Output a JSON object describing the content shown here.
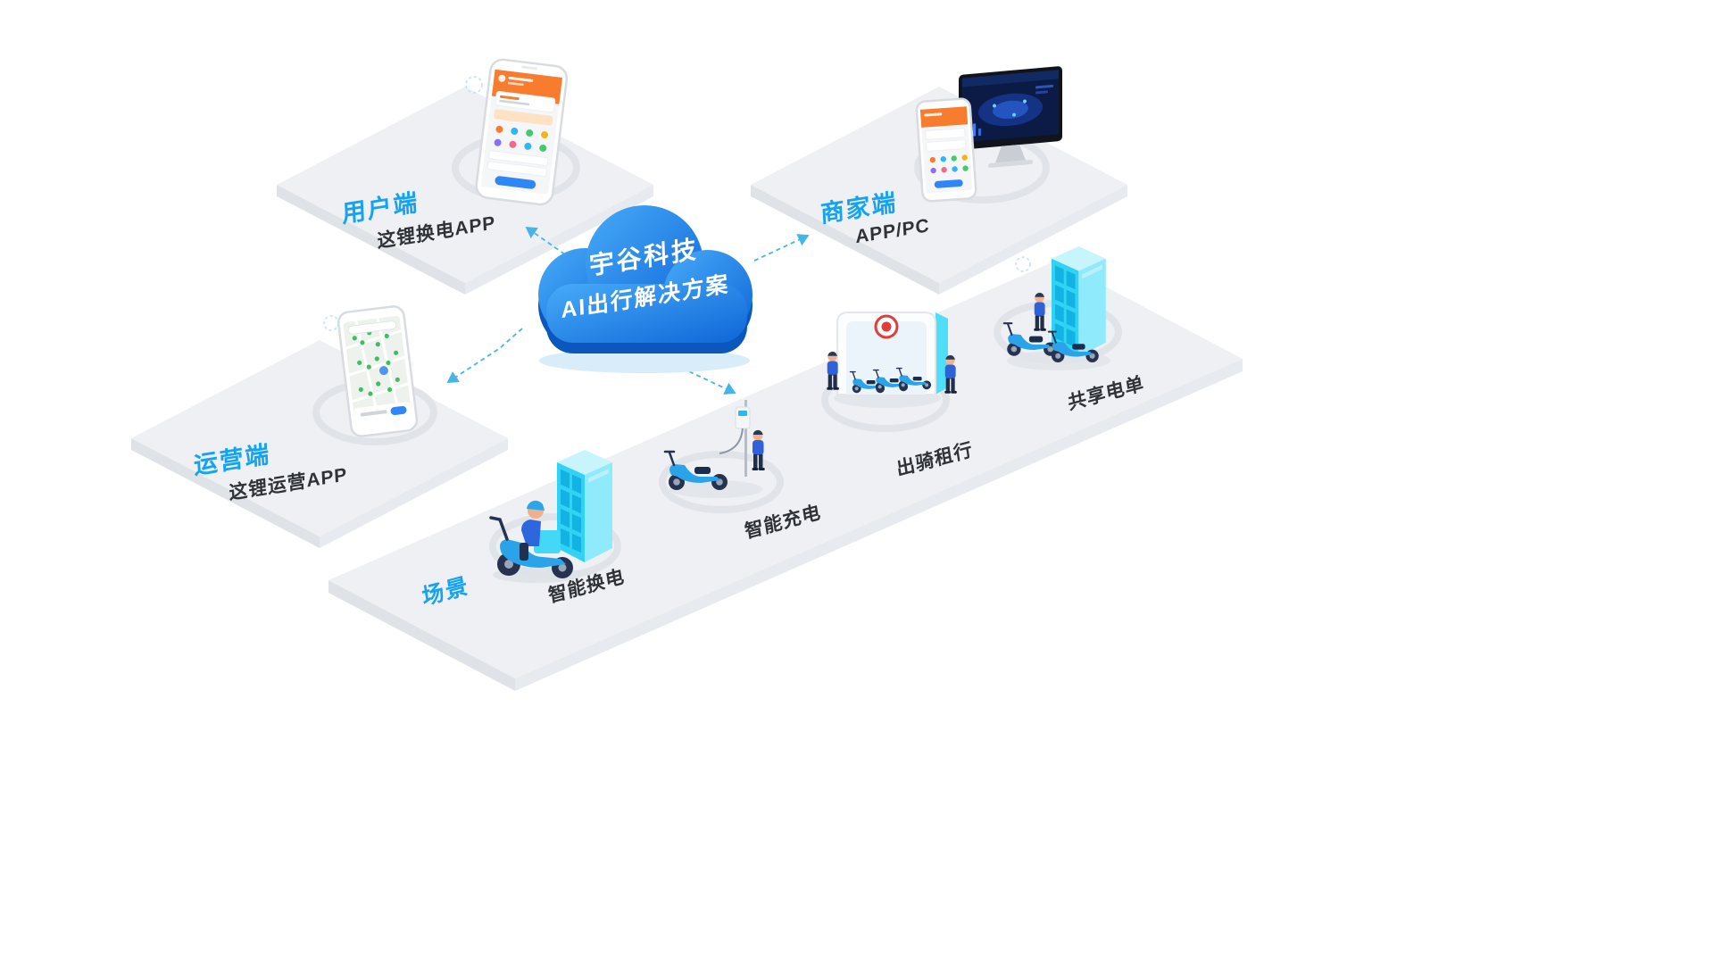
{
  "cloud": {
    "line1": "宇谷科技",
    "line2": "AI出行解决方案"
  },
  "platforms": {
    "user": {
      "label": "用户端",
      "sublabel": "这锂换电APP"
    },
    "merchant": {
      "label": "商家端",
      "sublabel": "APP/PC"
    },
    "operation": {
      "label": "运营端",
      "sublabel": "这锂运营APP"
    },
    "scene": {
      "label": "场景"
    }
  },
  "scenes": [
    {
      "id": "battery-swap",
      "label": "智能换电"
    },
    {
      "id": "smart-charging",
      "label": "智能充电"
    },
    {
      "id": "ride-rental",
      "label": "出骑租行"
    },
    {
      "id": "shared-ebike",
      "label": "共享电单"
    }
  ],
  "illustrations": {
    "user_phone": "user-app-phone",
    "merchant_devices": "merchant-phone-and-dashboard-monitor",
    "operation_phone": "operation-map-phone",
    "cloud": "cloud-solution",
    "scene_battery_swap": "rider-with-battery-swap-cabinet",
    "scene_smart_charging": "scooter-with-charging-pole",
    "scene_ride_rental": "rental-kiosk-with-scooters",
    "scene_shared_ebike": "shared-ebike-cabinet-with-scooters"
  },
  "colors": {
    "accent_blue": "#12a3f2",
    "cloud_blue_light": "#47abf8",
    "cloud_blue_dark": "#0f66d8",
    "cyan": "#31d2f4",
    "text_dark": "#2f3338",
    "arrow_blue": "#45b5e8",
    "platform_gray": "#eef0f3"
  }
}
